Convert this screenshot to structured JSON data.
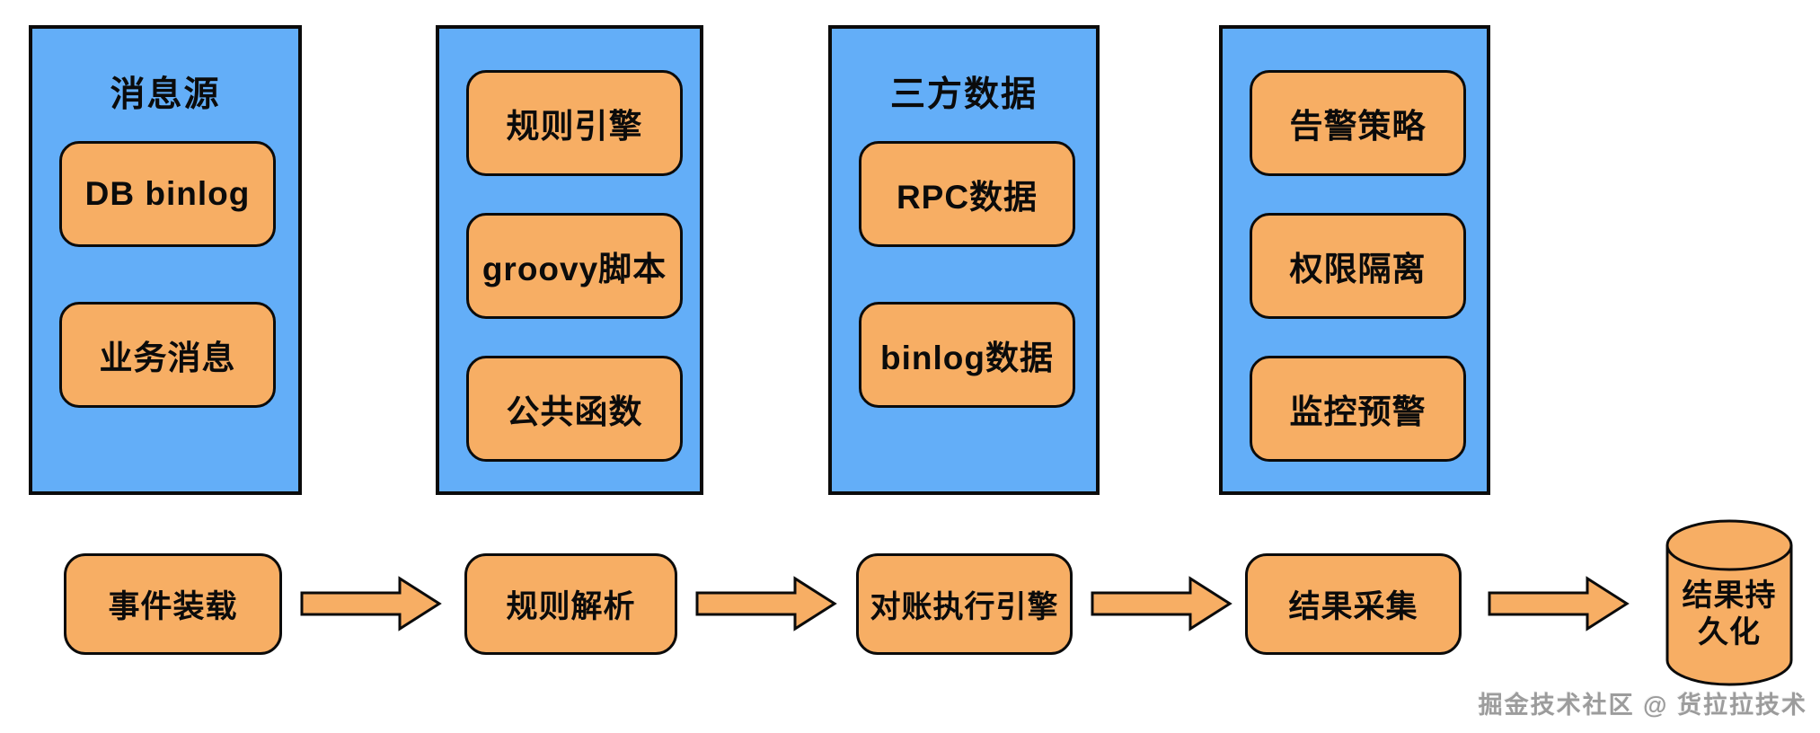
{
  "colors": {
    "container_fill": "#63AEF8",
    "box_fill": "#F7AE64",
    "outline": "#0B0B0B",
    "watermark": "#9C9C9C"
  },
  "containers": [
    {
      "title": "消息源",
      "items": [
        "DB binlog",
        "业务消息"
      ]
    },
    {
      "title": "",
      "items": [
        "规则引擎",
        "groovy脚本",
        "公共函数"
      ]
    },
    {
      "title": "三方数据",
      "items": [
        "RPC数据",
        "binlog数据"
      ]
    },
    {
      "title": "",
      "items": [
        "告警策略",
        "权限隔离",
        "监控预警"
      ]
    }
  ],
  "flow": {
    "steps": [
      "事件装载",
      "规则解析",
      "对账执行引擎",
      "结果采集"
    ],
    "database": "结果持久化"
  },
  "watermark": "掘金技术社区 @ 货拉拉技术"
}
